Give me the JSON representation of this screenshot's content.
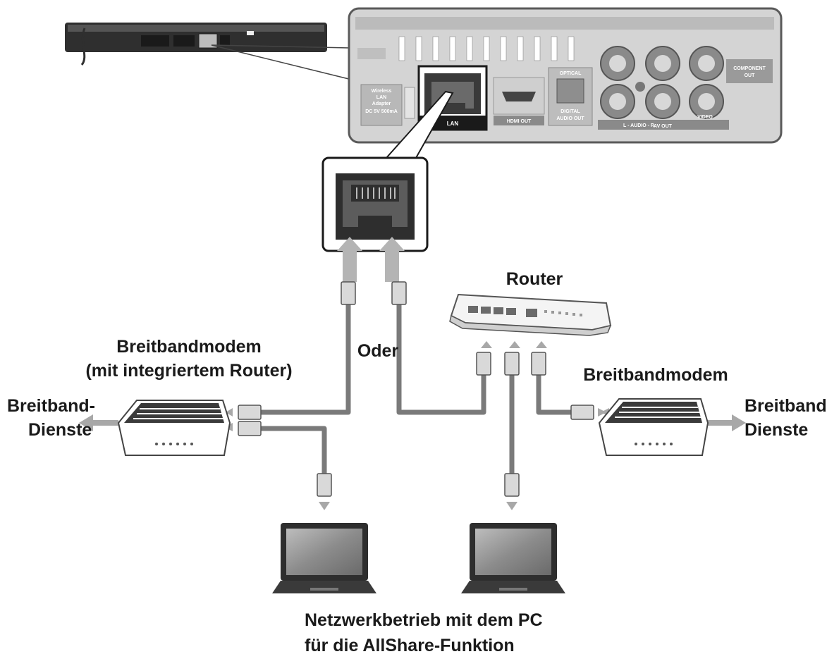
{
  "labels": {
    "router": "Router",
    "oder": "Oder",
    "modem_left_line1": "Breitbandmodem",
    "modem_left_line2": "(mit integriertem Router)",
    "modem_right": "Breitbandmodem",
    "broadband_left_line1": "Breitband-",
    "broadband_left_line2": "Dienste",
    "broadband_right_line1": "Breitband-",
    "broadband_right_line2": "Dienste",
    "caption_line1": "Netzwerkbetrieb mit dem PC",
    "caption_line2": "für die AllShare-Funktion"
  },
  "panel": {
    "wireless_line1": "Wireless",
    "wireless_line2": "LAN",
    "wireless_line3": "Adapter",
    "wireless_line4": "DC 5V 500mA",
    "lan": "LAN",
    "hdmi_out": "HDMI OUT",
    "optical": "OPTICAL",
    "digital_line1": "DIGITAL",
    "digital_line2": "AUDIO OUT",
    "component_line1": "COMPONENT",
    "component_line2": "OUT",
    "av_out": "AV OUT",
    "video": "VIDEO",
    "audio": "L - AUDIO - R"
  },
  "colors": {
    "cable": "#7a7a7a",
    "arrow": "#a8a8a8",
    "device_dark": "#3a3a3a",
    "panel_bg": "#d4d4d4"
  }
}
